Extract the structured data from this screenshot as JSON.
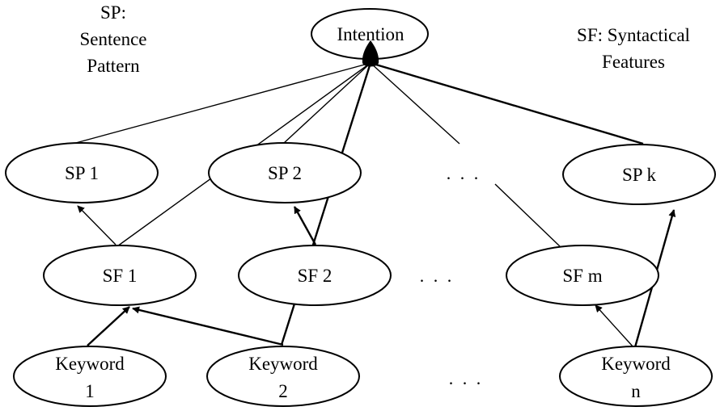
{
  "legend": {
    "sp_lines": [
      "SP:",
      "Sentence",
      "Pattern"
    ],
    "sf_lines": [
      "SF: Syntactical",
      "Features"
    ]
  },
  "nodes": {
    "intention": "Intention",
    "sp1": "SP 1",
    "sp2": "SP 2",
    "spk": "SP k",
    "sf1": "SF 1",
    "sf2": "SF 2",
    "sfm": "SF m",
    "kw1": [
      "Keyword",
      "1"
    ],
    "kw2": [
      "Keyword",
      "2"
    ],
    "kwn": [
      "Keyword",
      "n"
    ]
  },
  "ellipsis": ". . ."
}
